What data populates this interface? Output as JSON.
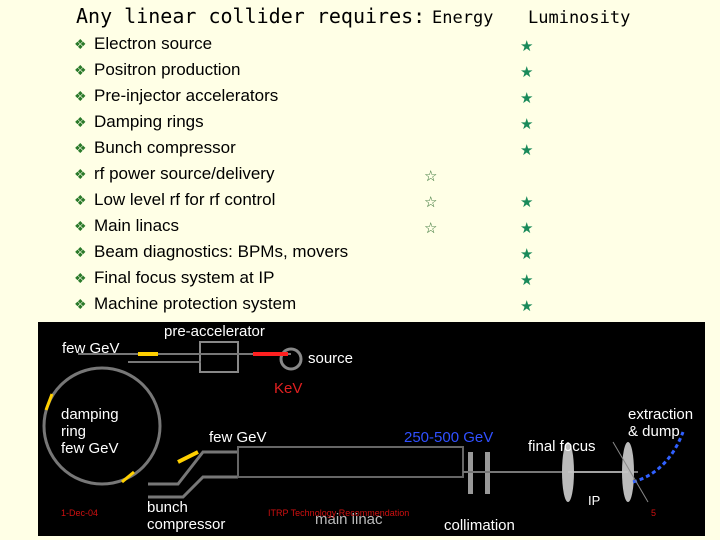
{
  "header": {
    "title": "Any linear collider requires:",
    "energy_label": "Energy",
    "luminosity_label": "Luminosity"
  },
  "bullet_glyph": "❖",
  "items": [
    {
      "label": "Electron source",
      "energy": false,
      "luminosity": true
    },
    {
      "label": "Positron production",
      "energy": false,
      "luminosity": true
    },
    {
      "label": "Pre-injector accelerators",
      "energy": false,
      "luminosity": true
    },
    {
      "label": "Damping rings",
      "energy": false,
      "luminosity": true
    },
    {
      "label": "Bunch compressor",
      "energy": false,
      "luminosity": true
    },
    {
      "label": "rf power source/delivery",
      "energy": true,
      "luminosity": false
    },
    {
      "label": "Low level rf for rf control",
      "energy": true,
      "luminosity": true
    },
    {
      "label": "Main linacs",
      "energy": true,
      "luminosity": true
    },
    {
      "label": "Beam diagnostics: BPMs, movers",
      "energy": false,
      "luminosity": true
    },
    {
      "label": "Final focus system at IP",
      "energy": false,
      "luminosity": true
    },
    {
      "label": "Machine protection system",
      "energy": false,
      "luminosity": true
    }
  ],
  "colors": {
    "energy_star": "#2a6a2a",
    "luminosity_star": "#1a8a5a",
    "bullet": "#2a7a2a"
  },
  "icons": {
    "energy_star": "star-outline-icon",
    "luminosity_star": "star-filled-icon"
  },
  "diagram": {
    "pre_accelerator": "pre-accelerator",
    "few_gev_top": "few GeV",
    "source": "source",
    "kev": "KeV",
    "damping_ring": "damping\nring\nfew GeV",
    "few_gev_mid": "few GeV",
    "energy_range": "250-500 GeV",
    "final_focus": "final focus",
    "extraction": "extraction\n& dump",
    "ip": "IP",
    "bunch_compressor": "bunch\ncompressor",
    "main_linac": "main linac",
    "collimation": "collimation"
  },
  "footer": {
    "date": "1-Dec-04",
    "center": "ITRP Technology Recommendation",
    "page": "5"
  }
}
